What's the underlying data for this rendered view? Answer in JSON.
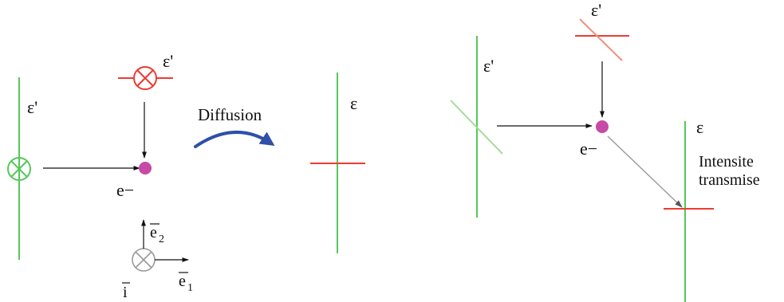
{
  "left_panel": {
    "incident_label": "ε'",
    "top_polarizer_label": "ε'",
    "electron_label": "e−"
  },
  "axes": {
    "e2_label": "e",
    "e2_sub": "2",
    "e1_label": "e",
    "e1_sub": "1",
    "i_label": "i"
  },
  "arrow": {
    "label": "Diffusion"
  },
  "middle_panel": {
    "label": "ε"
  },
  "right_panel": {
    "incident_label": "ε'",
    "top_polarizer_label": "ε'",
    "electron_label": "e−",
    "analyzer_label": "ε",
    "transmitted_line1": "Intensite",
    "transmitted_line2": "transmise"
  },
  "colors": {
    "green": "#55c85a",
    "red": "#ee3b33",
    "red_light": "#f2907a",
    "green_light": "#a7dd9a",
    "electron": "#c64aa6",
    "blue": "#2f4fa8",
    "black": "#111111",
    "gray": "#9a9a9a"
  },
  "icons": {
    "into_page_symbol": "circle-cross-icon",
    "electron_symbol": "dot-icon"
  }
}
